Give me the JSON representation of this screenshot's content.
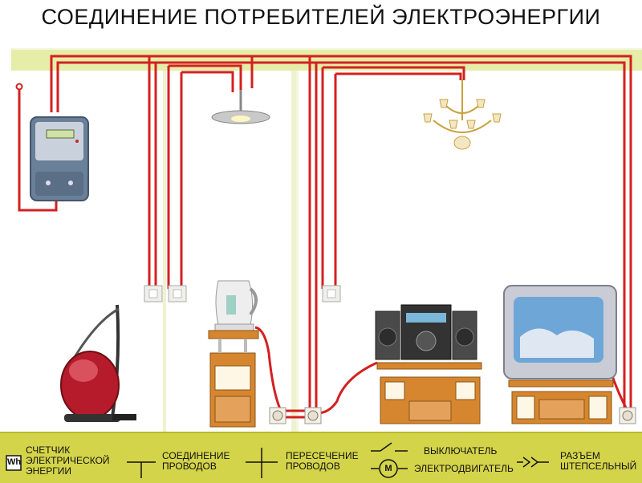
{
  "title": "СОЕДИНЕНИЕ ПОТРЕБИТЕЛЕЙ ЭЛЕКТРОЭНЕРГИИ",
  "legend": {
    "meter_symbol": "Wh",
    "meter_lines": [
      "СЧЕТЧИК",
      "ЭЛЕКТРИЧЕСКОЙ",
      "ЭНЕРГИИ"
    ],
    "junction_lines": [
      "СОЕДИНЕНИЕ",
      "ПРОВОДОВ"
    ],
    "crossing_lines": [
      "ПЕРЕСЕЧЕНИЕ",
      "ПРОВОДОВ"
    ],
    "switch_label": "ВЫКЛЮЧАТЕЛЬ",
    "motor_symbol": "M",
    "motor_label": "ЭЛЕКТРОДВИГАТЕЛЬ",
    "plug_lines": [
      "РАЗЪЕМ",
      "ШТЕПСЕЛЬНЫЙ"
    ]
  },
  "colors": {
    "wire": "#d42020",
    "wall": "#eef2c8",
    "legend_bg": "#d4d44a",
    "furniture": "#d6862e"
  },
  "icons": [
    "electric-meter-icon",
    "ceiling-lamp-icon",
    "chandelier-icon",
    "vacuum-cleaner-icon",
    "kettle-icon",
    "music-center-icon",
    "television-icon",
    "light-switch-icon",
    "power-socket-icon"
  ]
}
